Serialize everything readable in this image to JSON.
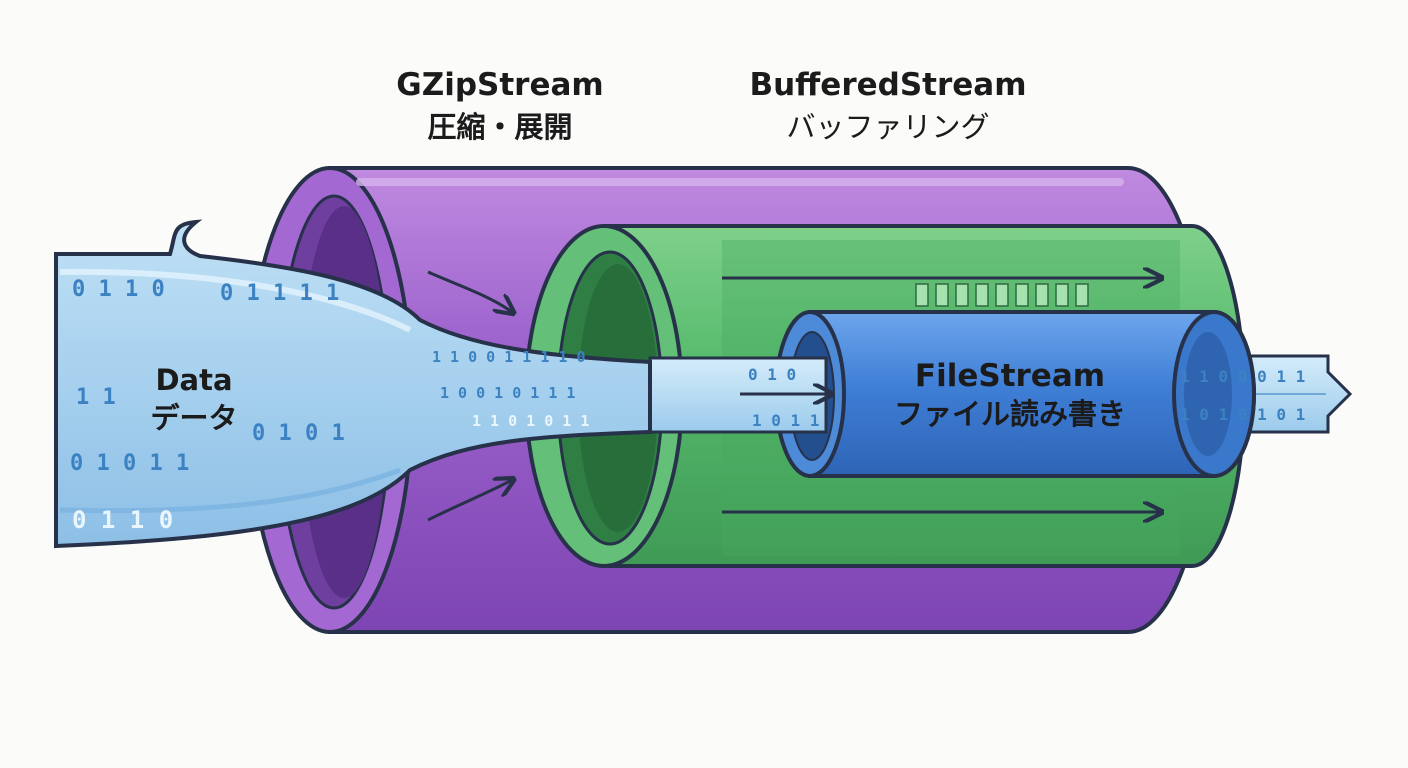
{
  "labels": {
    "gzip": {
      "title": "GZipStream",
      "subtitle": "圧縮・展開"
    },
    "buffered": {
      "title": "BufferedStream",
      "subtitle": "バッファリング"
    },
    "data": {
      "title": "Data",
      "subtitle": "データ"
    },
    "file": {
      "title": "FileStream",
      "subtitle": "ファイル読み書き"
    }
  },
  "bits": {
    "data_rows": [
      "0 1 1 0",
      "0 1 1 1 1",
      "1 1",
      "0 1 0 1 1",
      "0 1 0 1",
      "0 1 1 0"
    ],
    "funnel_rows": [
      "1 1 0 0 1 1 1 1 0",
      "1 0 0 1 0 1 1 1",
      "1 1 0 1 0 1 1"
    ],
    "inner_rows": [
      "0 1 0",
      "1 0 1 1"
    ],
    "output_rows": [
      "1 1 0 0 0 1 1",
      "1 0 1 0 1 0 1"
    ]
  },
  "colors": {
    "gzip_purple": "#9d5fcc",
    "buffered_green": "#52b86a",
    "filestream_blue": "#3f7fd6",
    "data_blue": "#a9d3ef",
    "outline": "#27324a"
  }
}
